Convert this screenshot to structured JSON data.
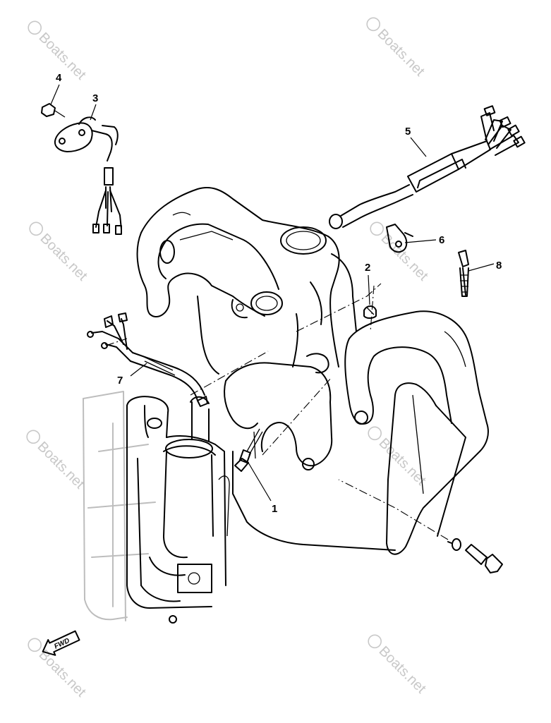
{
  "watermark": {
    "text": "Boats.net",
    "color": "#c8c8c8"
  },
  "callouts": [
    {
      "id": "1",
      "label": "1"
    },
    {
      "id": "2",
      "label": "2"
    },
    {
      "id": "3",
      "label": "3"
    },
    {
      "id": "4",
      "label": "4"
    },
    {
      "id": "5",
      "label": "5"
    },
    {
      "id": "6",
      "label": "6"
    },
    {
      "id": "7",
      "label": "7"
    },
    {
      "id": "8",
      "label": "8"
    }
  ],
  "direction_arrow": {
    "label": "FWD",
    "icon": "fwd-arrow-icon"
  }
}
